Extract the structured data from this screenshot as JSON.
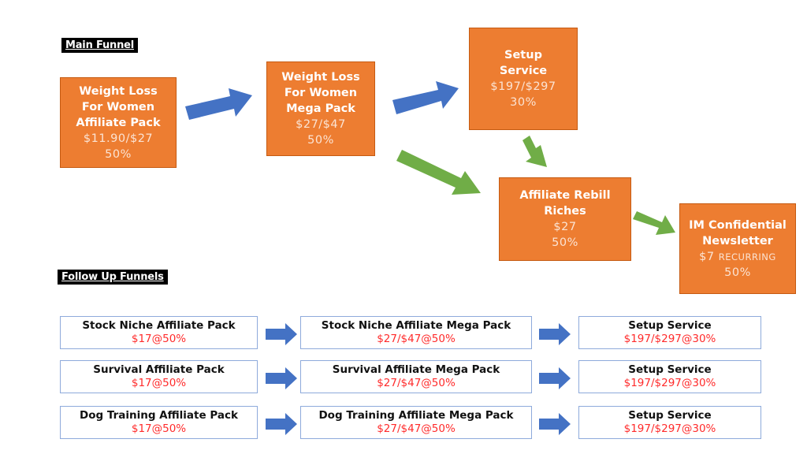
{
  "main_funnel": {
    "label": "Main Funnel",
    "nodes": [
      {
        "title": "Weight Loss For Women Affiliate Pack",
        "price": "$11.90/$27",
        "commission": "50%"
      },
      {
        "title": "Weight Loss For Women Mega Pack",
        "price": "$27/$47",
        "commission": "50%"
      },
      {
        "title": "Setup Service",
        "price": "$197/$297",
        "commission": "30%"
      },
      {
        "title": "Affiliate Rebill Riches",
        "price": "$27",
        "commission": "50%"
      },
      {
        "title": "IM Confidential Newsletter",
        "price": "$7",
        "price_suffix": "RECURRING",
        "commission": "50%"
      }
    ],
    "edges": [
      {
        "from": "Weight Loss For Women Affiliate Pack",
        "to": "Weight Loss For Women Mega Pack",
        "color": "#4472c4"
      },
      {
        "from": "Weight Loss For Women Mega Pack",
        "to": "Setup Service",
        "color": "#4472c4"
      },
      {
        "from": "Weight Loss For Women Mega Pack",
        "to": "Affiliate Rebill Riches",
        "color": "#70ad47"
      },
      {
        "from": "Setup Service",
        "to": "Affiliate Rebill Riches",
        "color": "#70ad47"
      },
      {
        "from": "Affiliate Rebill Riches",
        "to": "IM Confidential Newsletter",
        "color": "#70ad47"
      }
    ]
  },
  "follow_up": {
    "label": "Follow Up Funnels",
    "rows": [
      [
        {
          "title": "Stock Niche Affiliate Pack",
          "offer": "$17@50%"
        },
        {
          "title": "Stock Niche Affiliate Mega Pack",
          "offer": "$27/$47@50%"
        },
        {
          "title": "Setup Service",
          "offer": "$197/$297@30%"
        }
      ],
      [
        {
          "title": "Survival Affiliate Pack",
          "offer": "$17@50%"
        },
        {
          "title": "Survival Affiliate Mega Pack",
          "offer": "$27/$47@50%"
        },
        {
          "title": "Setup Service",
          "offer": "$197/$297@30%"
        }
      ],
      [
        {
          "title": "Dog Training Affiliate Pack",
          "offer": "$17@50%"
        },
        {
          "title": "Dog Training Affiliate Mega Pack",
          "offer": "$27/$47@50%"
        },
        {
          "title": "Setup Service",
          "offer": "$197/$297@30%"
        }
      ]
    ]
  },
  "colors": {
    "node_fill": "#ed7d31",
    "blue_arrow": "#4472c4",
    "green_arrow": "#70ad47",
    "offer_text": "#ff2b2b"
  }
}
